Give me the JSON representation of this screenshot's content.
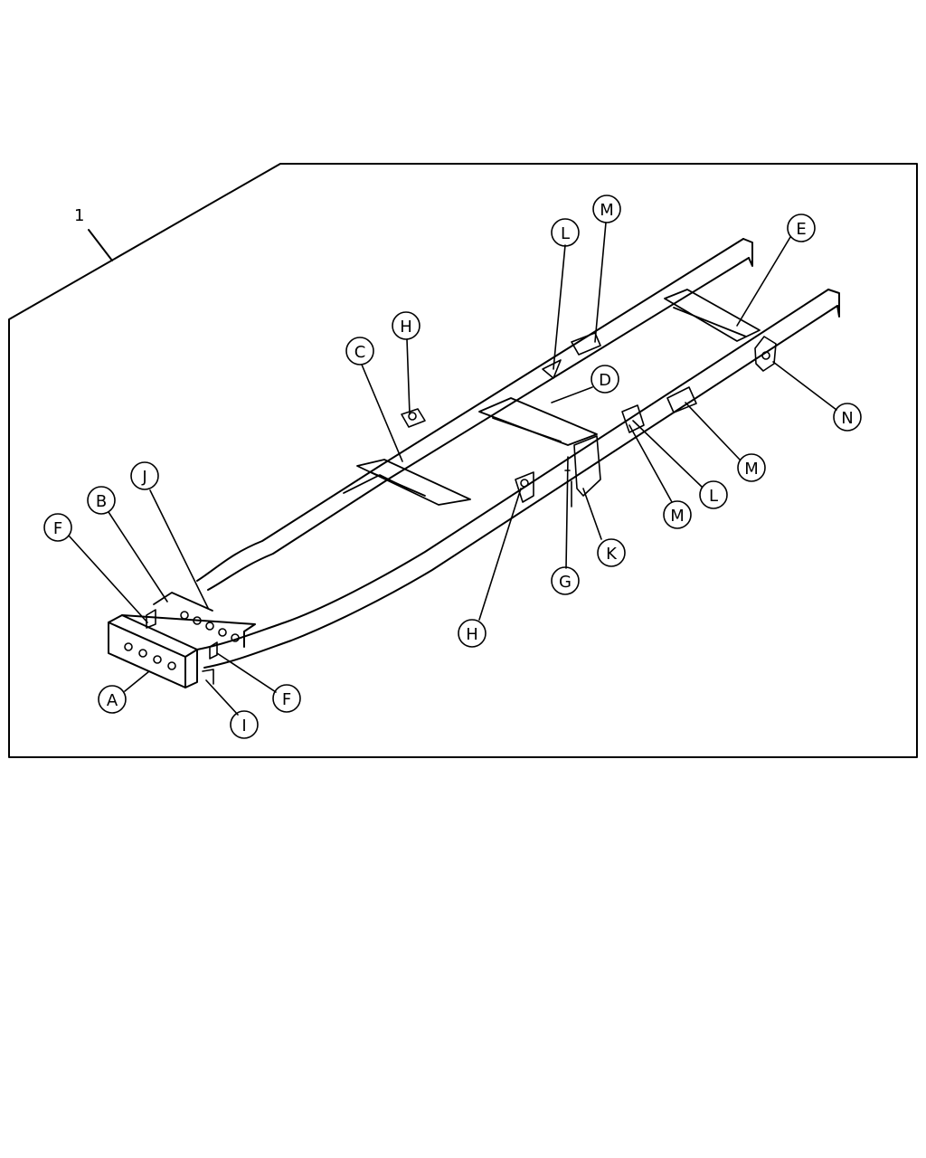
{
  "diagram": {
    "assembly_label": "1",
    "callouts": {
      "A": "A",
      "B": "B",
      "C": "C",
      "D": "D",
      "E": "E",
      "F1": "F",
      "F2": "F",
      "G": "G",
      "H1": "H",
      "H2": "H",
      "I": "I",
      "J": "J",
      "K": "K",
      "L1": "L",
      "L2": "L",
      "M1": "M",
      "M2": "M",
      "M3": "M",
      "N": "N"
    }
  }
}
